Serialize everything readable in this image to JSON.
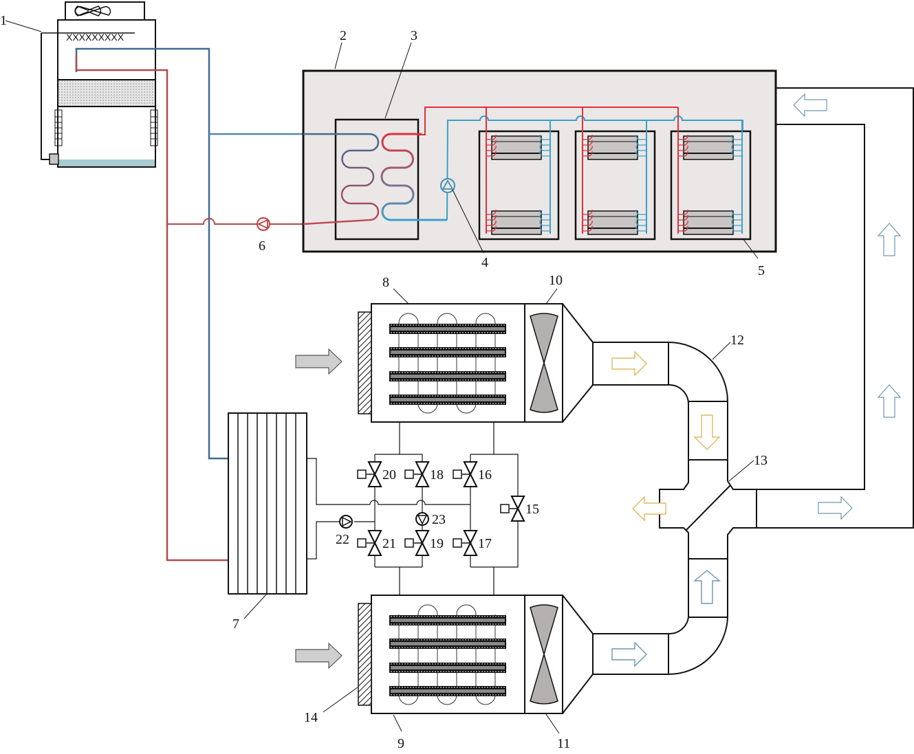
{
  "title": "Data center cooling system schematic (cooling tower, server room, evaporative air handling units)",
  "colors": {
    "hot_water": "#b34a4a",
    "cold_water": "#3f6a94",
    "hot_loop": "#e0303a",
    "cold_loop": "#3aa0c8",
    "room_fill": "#ebe7e7",
    "warm_air_arrow": "#e0b860",
    "cool_air_arrow": "#6e96b0",
    "inlet_air_arrow": "#c8c8c8",
    "water_basin": "#a8ccd0"
  },
  "labels": {
    "l1": "1",
    "l2": "2",
    "l3": "3",
    "l4": "4",
    "l5": "5",
    "l6": "6",
    "l7": "7",
    "l8": "8",
    "l9": "9",
    "l10": "10",
    "l11": "11",
    "l12": "12",
    "l13": "13",
    "l14": "14",
    "l15": "15",
    "l16": "16",
    "l17": "17",
    "l18": "18",
    "l19": "19",
    "l20": "20",
    "l21": "21",
    "l22": "22",
    "l23": "23"
  },
  "components": [
    {
      "id": "1",
      "name": "cooling-tower"
    },
    {
      "id": "2",
      "name": "server-room"
    },
    {
      "id": "3",
      "name": "plate-heat-exchanger"
    },
    {
      "id": "4",
      "name": "secondary-pump"
    },
    {
      "id": "5",
      "name": "server-rack"
    },
    {
      "id": "6",
      "name": "primary-pump"
    },
    {
      "id": "7",
      "name": "water-heat-exchanger"
    },
    {
      "id": "8",
      "name": "upper-air-handling-unit"
    },
    {
      "id": "9",
      "name": "lower-air-handling-unit"
    },
    {
      "id": "10",
      "name": "upper-fan"
    },
    {
      "id": "11",
      "name": "lower-fan"
    },
    {
      "id": "12",
      "name": "duct-elbow"
    },
    {
      "id": "13",
      "name": "air-mixing-damper"
    },
    {
      "id": "14",
      "name": "air-filter"
    },
    {
      "id": "15",
      "name": "bypass-valve"
    },
    {
      "id": "16",
      "name": "valve-16"
    },
    {
      "id": "17",
      "name": "valve-17"
    },
    {
      "id": "18",
      "name": "valve-18"
    },
    {
      "id": "19",
      "name": "valve-19"
    },
    {
      "id": "20",
      "name": "valve-20"
    },
    {
      "id": "21",
      "name": "valve-21"
    },
    {
      "id": "22",
      "name": "circulation-pump-22"
    },
    {
      "id": "23",
      "name": "circulation-pump-23"
    }
  ]
}
